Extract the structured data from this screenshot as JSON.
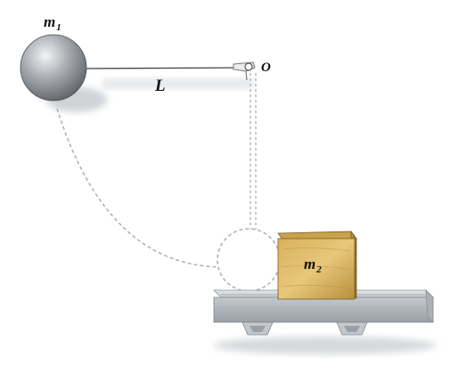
{
  "diagram": {
    "labels": {
      "mass1_main": "m",
      "mass1_sub": "1",
      "mass2_main": "m",
      "mass2_sub": "2",
      "length": "L",
      "pivot": "O"
    },
    "colors": {
      "sphere_light": "#f2f4f6",
      "sphere_mid": "#a9adb2",
      "sphere_dark": "#5a5e63",
      "block_light": "#e7c77a",
      "block_mid": "#c79d45",
      "block_dark": "#8a6a2a",
      "rail_top": "#d7dbdf",
      "rail_front": "#b8bec4",
      "rail_dark": "#8b9197",
      "string": "#444444",
      "dashes": "#b3b3b3"
    }
  }
}
